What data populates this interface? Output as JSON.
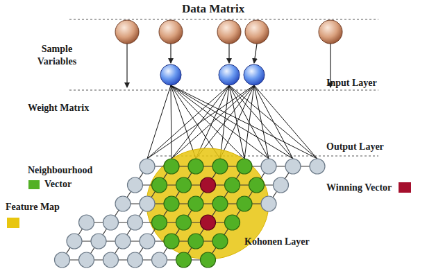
{
  "diagram": {
    "title": "Data Matrix",
    "labels": [
      "Sample Variables",
      "Input Layer",
      "Weight Matrix",
      "Output Layer",
      "Kohonen Layer"
    ],
    "legend": [
      {
        "text": "Neighbourhood Vector",
        "color": "#52b025"
      },
      {
        "text": "Winning Vector",
        "color": "#a50f2d"
      },
      {
        "text": "Feature Map",
        "color": "#e8c60f"
      }
    ]
  }
}
